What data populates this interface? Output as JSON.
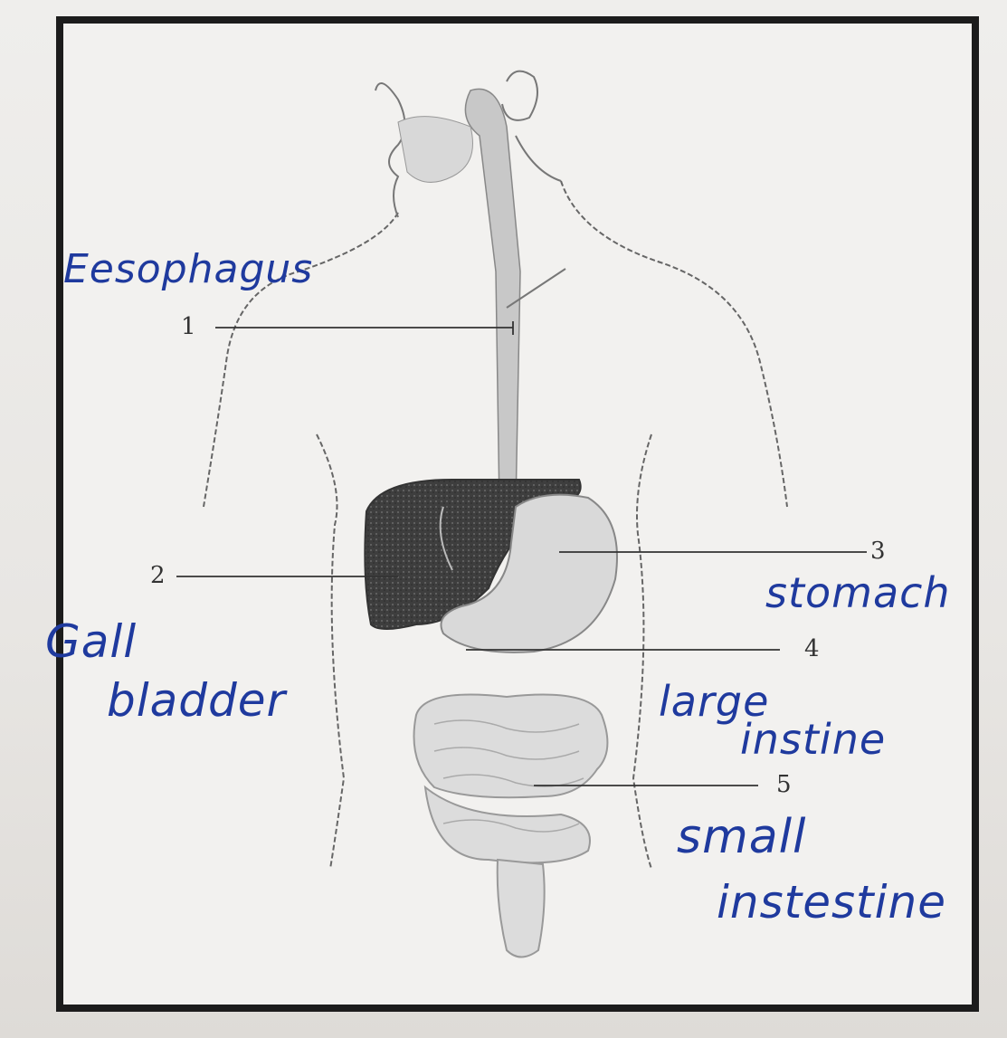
{
  "numbers": {
    "n1": "1",
    "n2": "2",
    "n3": "3",
    "n4": "4",
    "n5": "5"
  },
  "handwritten": {
    "esophagus": "Eesophagus",
    "gall": "Gall",
    "bladder": "bladder",
    "stomach": "stomach",
    "large": "large",
    "instine": "instine",
    "small": "small",
    "instestine": "instestine"
  },
  "colors": {
    "ink": "#1f3a9e",
    "frame": "#1c1c1c",
    "liver": "#4a4a4a"
  }
}
